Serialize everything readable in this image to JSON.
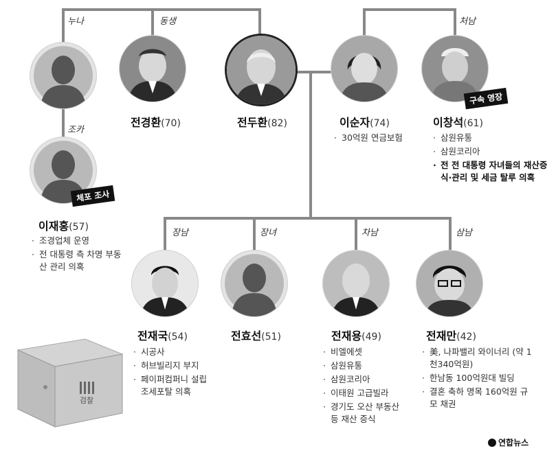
{
  "relations": {
    "nuna": "누나",
    "dongsaeng": "동생",
    "cheonam": "처남",
    "joka": "조카",
    "jangnam": "장남",
    "jangnyeo": "장녀",
    "chanam": "차남",
    "samnam": "삼남"
  },
  "people": {
    "jeon_gyeonghwan": {
      "name": "전경환",
      "age": "(70)"
    },
    "jeon_doohwan": {
      "name": "전두환",
      "age": "(82)"
    },
    "lee_sunja": {
      "name": "이순자",
      "age": "(74)",
      "notes": [
        "30억원 연금보험"
      ]
    },
    "lee_changseok": {
      "name": "이창석",
      "age": "(61)",
      "notes": [
        "삼원유통",
        "삼원코리아"
      ],
      "bold_note": "전 전 대통령 자녀들의 재산증식·관리 및 세금 탈루 의혹",
      "tag": "구속 영장"
    },
    "lee_jaehong": {
      "name": "이재홍",
      "age": "(57)",
      "notes": [
        "조경업체 운영",
        "전 대통령 측 차명 부동산 관리 의혹"
      ],
      "tag": "체포 조사"
    },
    "jeon_jaeguk": {
      "name": "전재국",
      "age": "(54)",
      "notes": [
        "시공사",
        "허브빌리지 부지",
        "페이퍼컴퍼니 설립 조세포탈 의혹"
      ]
    },
    "jeon_hyoseon": {
      "name": "전효선",
      "age": "(51)"
    },
    "jeon_jaeyong": {
      "name": "전재용",
      "age": "(49)",
      "notes": [
        "비엘에셋",
        "삼원유통",
        "삼원코리아",
        "이태원 고급빌라",
        "경기도 오산 부동산 등 재산 증식"
      ]
    },
    "jeon_jaeman": {
      "name": "전재만",
      "age": "(42)",
      "notes": [
        "美, 나파밸리 와이너리 (약 1천340억원)",
        "한남동 100억원대 빌딩",
        "결혼 축하 명목 160억원 규모 채권"
      ]
    }
  },
  "box_label": "검찰",
  "source": "연합뉴스"
}
